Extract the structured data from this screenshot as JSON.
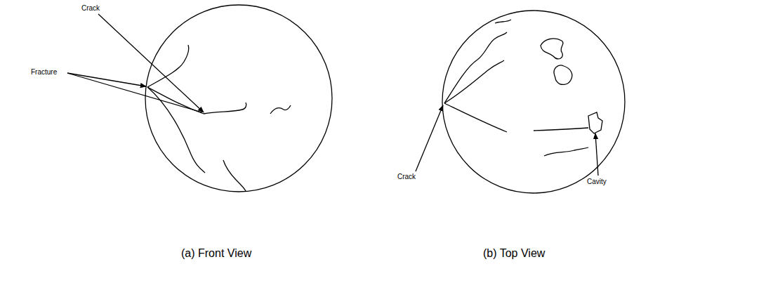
{
  "diagram": {
    "labels": [
      "Crack",
      "Fracture",
      "Crack",
      "Cavity",
      "(a) Front View",
      "(b) Top View"
    ]
  }
}
